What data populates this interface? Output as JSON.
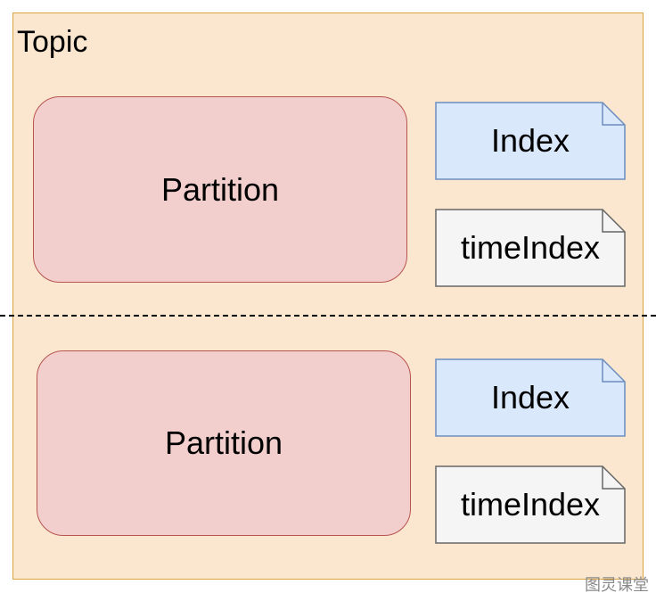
{
  "topic": {
    "label": "Topic"
  },
  "groups": [
    {
      "partition_label": "Partition",
      "index_label": "Index",
      "time_index_label": "timeIndex"
    },
    {
      "partition_label": "Partition",
      "index_label": "Index",
      "time_index_label": "timeIndex"
    }
  ],
  "watermark": "图灵课堂",
  "colors": {
    "topic_fill": "#fbe6cf",
    "topic_border": "#d6a441",
    "partition_fill": "#f2cfcd",
    "partition_border": "#b85450",
    "index_fill": "#dae8fc",
    "index_border": "#6c8ebf",
    "time_index_fill": "#f5f5f5",
    "time_index_border": "#666666"
  }
}
